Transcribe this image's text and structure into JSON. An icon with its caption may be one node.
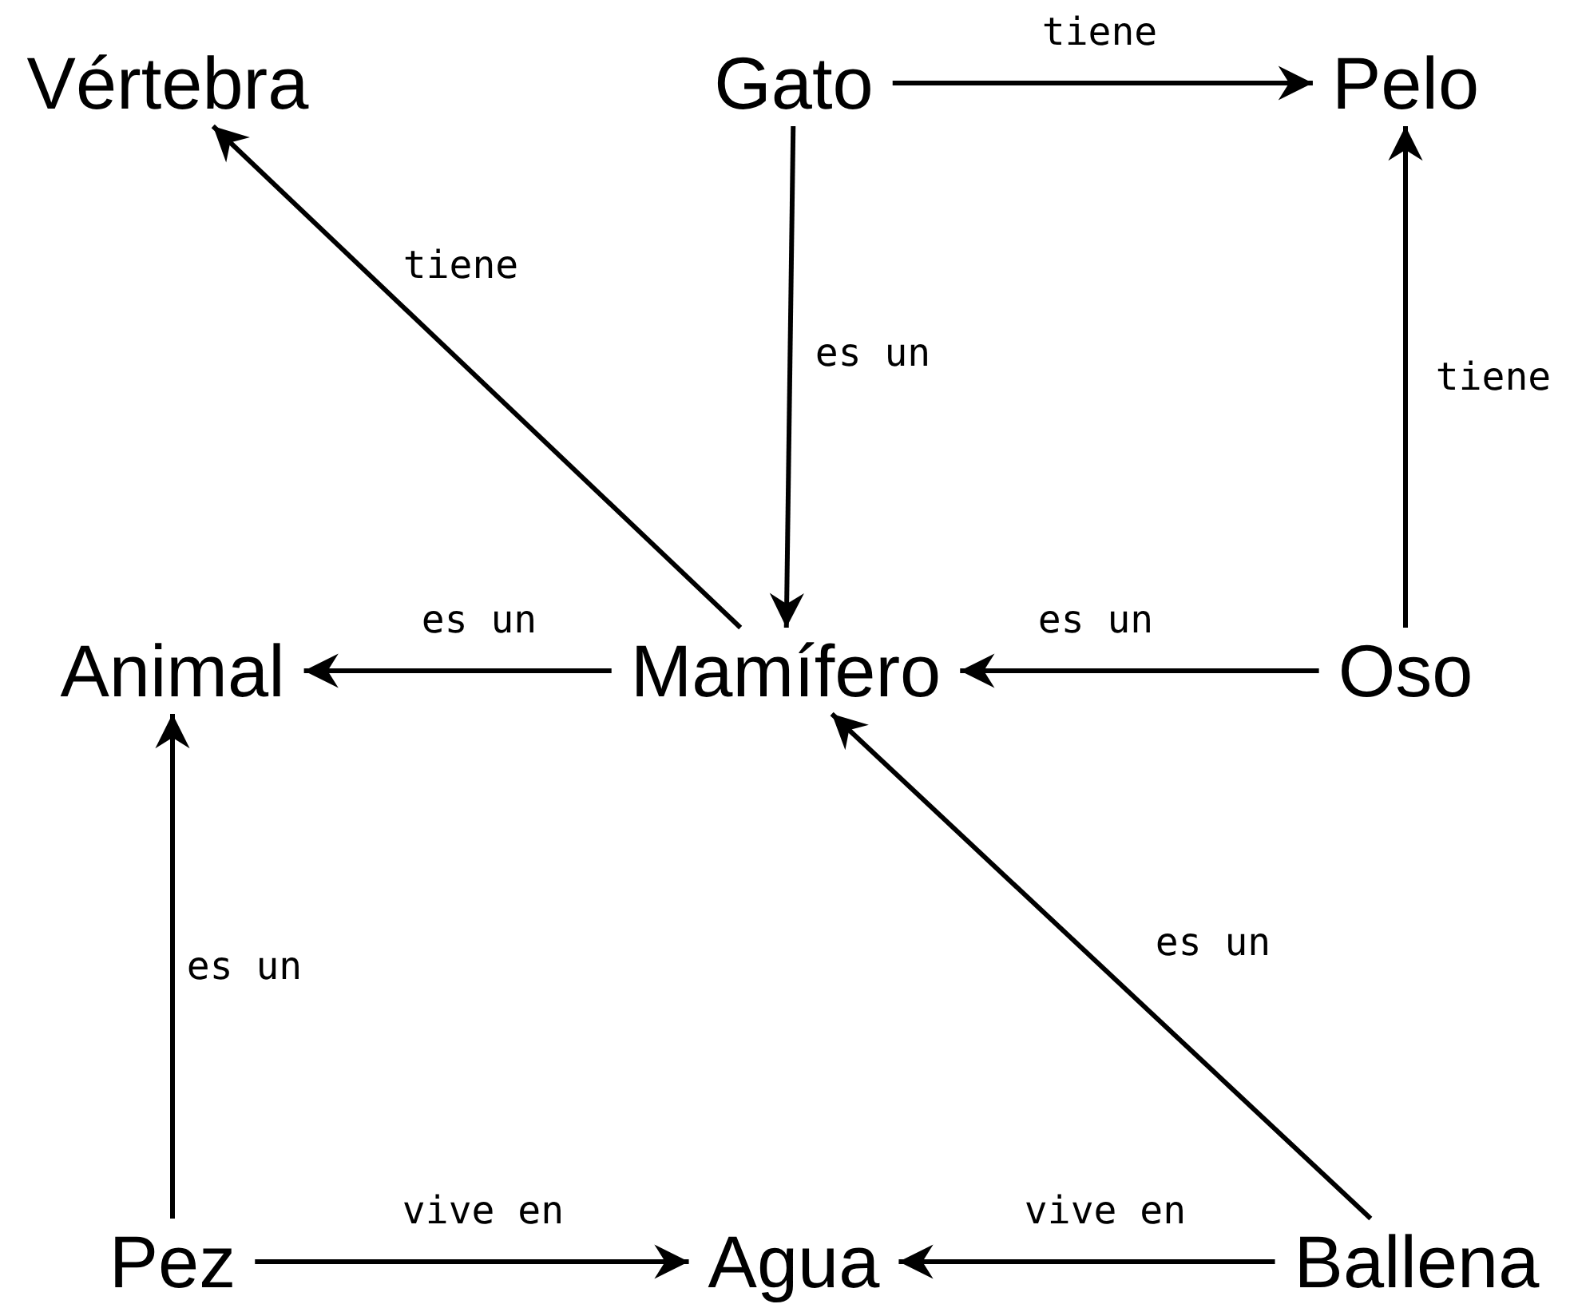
{
  "diagram": {
    "nodes": [
      {
        "text": [
          "Vértebra"
        ]
      },
      {
        "text": [
          "Gato"
        ]
      },
      {
        "text": [
          "Pelo"
        ]
      },
      {
        "text": [
          "Animal"
        ]
      },
      {
        "text": [
          "Mamífero"
        ]
      },
      {
        "text": [
          "Oso"
        ]
      },
      {
        "text": [
          "Pez"
        ]
      },
      {
        "text": [
          "Agua"
        ]
      },
      {
        "text": [
          "Ballena"
        ]
      }
    ],
    "edges": [
      {
        "from": 1,
        "to": 2,
        "arrow": "to",
        "label": "tiene"
      },
      {
        "from": 4,
        "to": 0,
        "arrow": "to",
        "label": "tiene"
      },
      {
        "from": 1,
        "to": 4,
        "arrow": "to",
        "label": "es un"
      },
      {
        "from": 5,
        "to": 2,
        "arrow": "to",
        "label": "tiene"
      },
      {
        "from": 4,
        "to": 3,
        "arrow": "to",
        "label": "es un"
      },
      {
        "from": 5,
        "to": 4,
        "arrow": "to",
        "label": "es un"
      },
      {
        "from": 8,
        "to": 4,
        "arrow": "to",
        "label": "es un"
      },
      {
        "from": 6,
        "to": 3,
        "arrow": "to",
        "label": "es un"
      },
      {
        "from": 6,
        "to": 7,
        "arrow": "to",
        "label": "vive en"
      },
      {
        "from": 8,
        "to": 7,
        "arrow": "to",
        "label": "vive en"
      }
    ]
  }
}
